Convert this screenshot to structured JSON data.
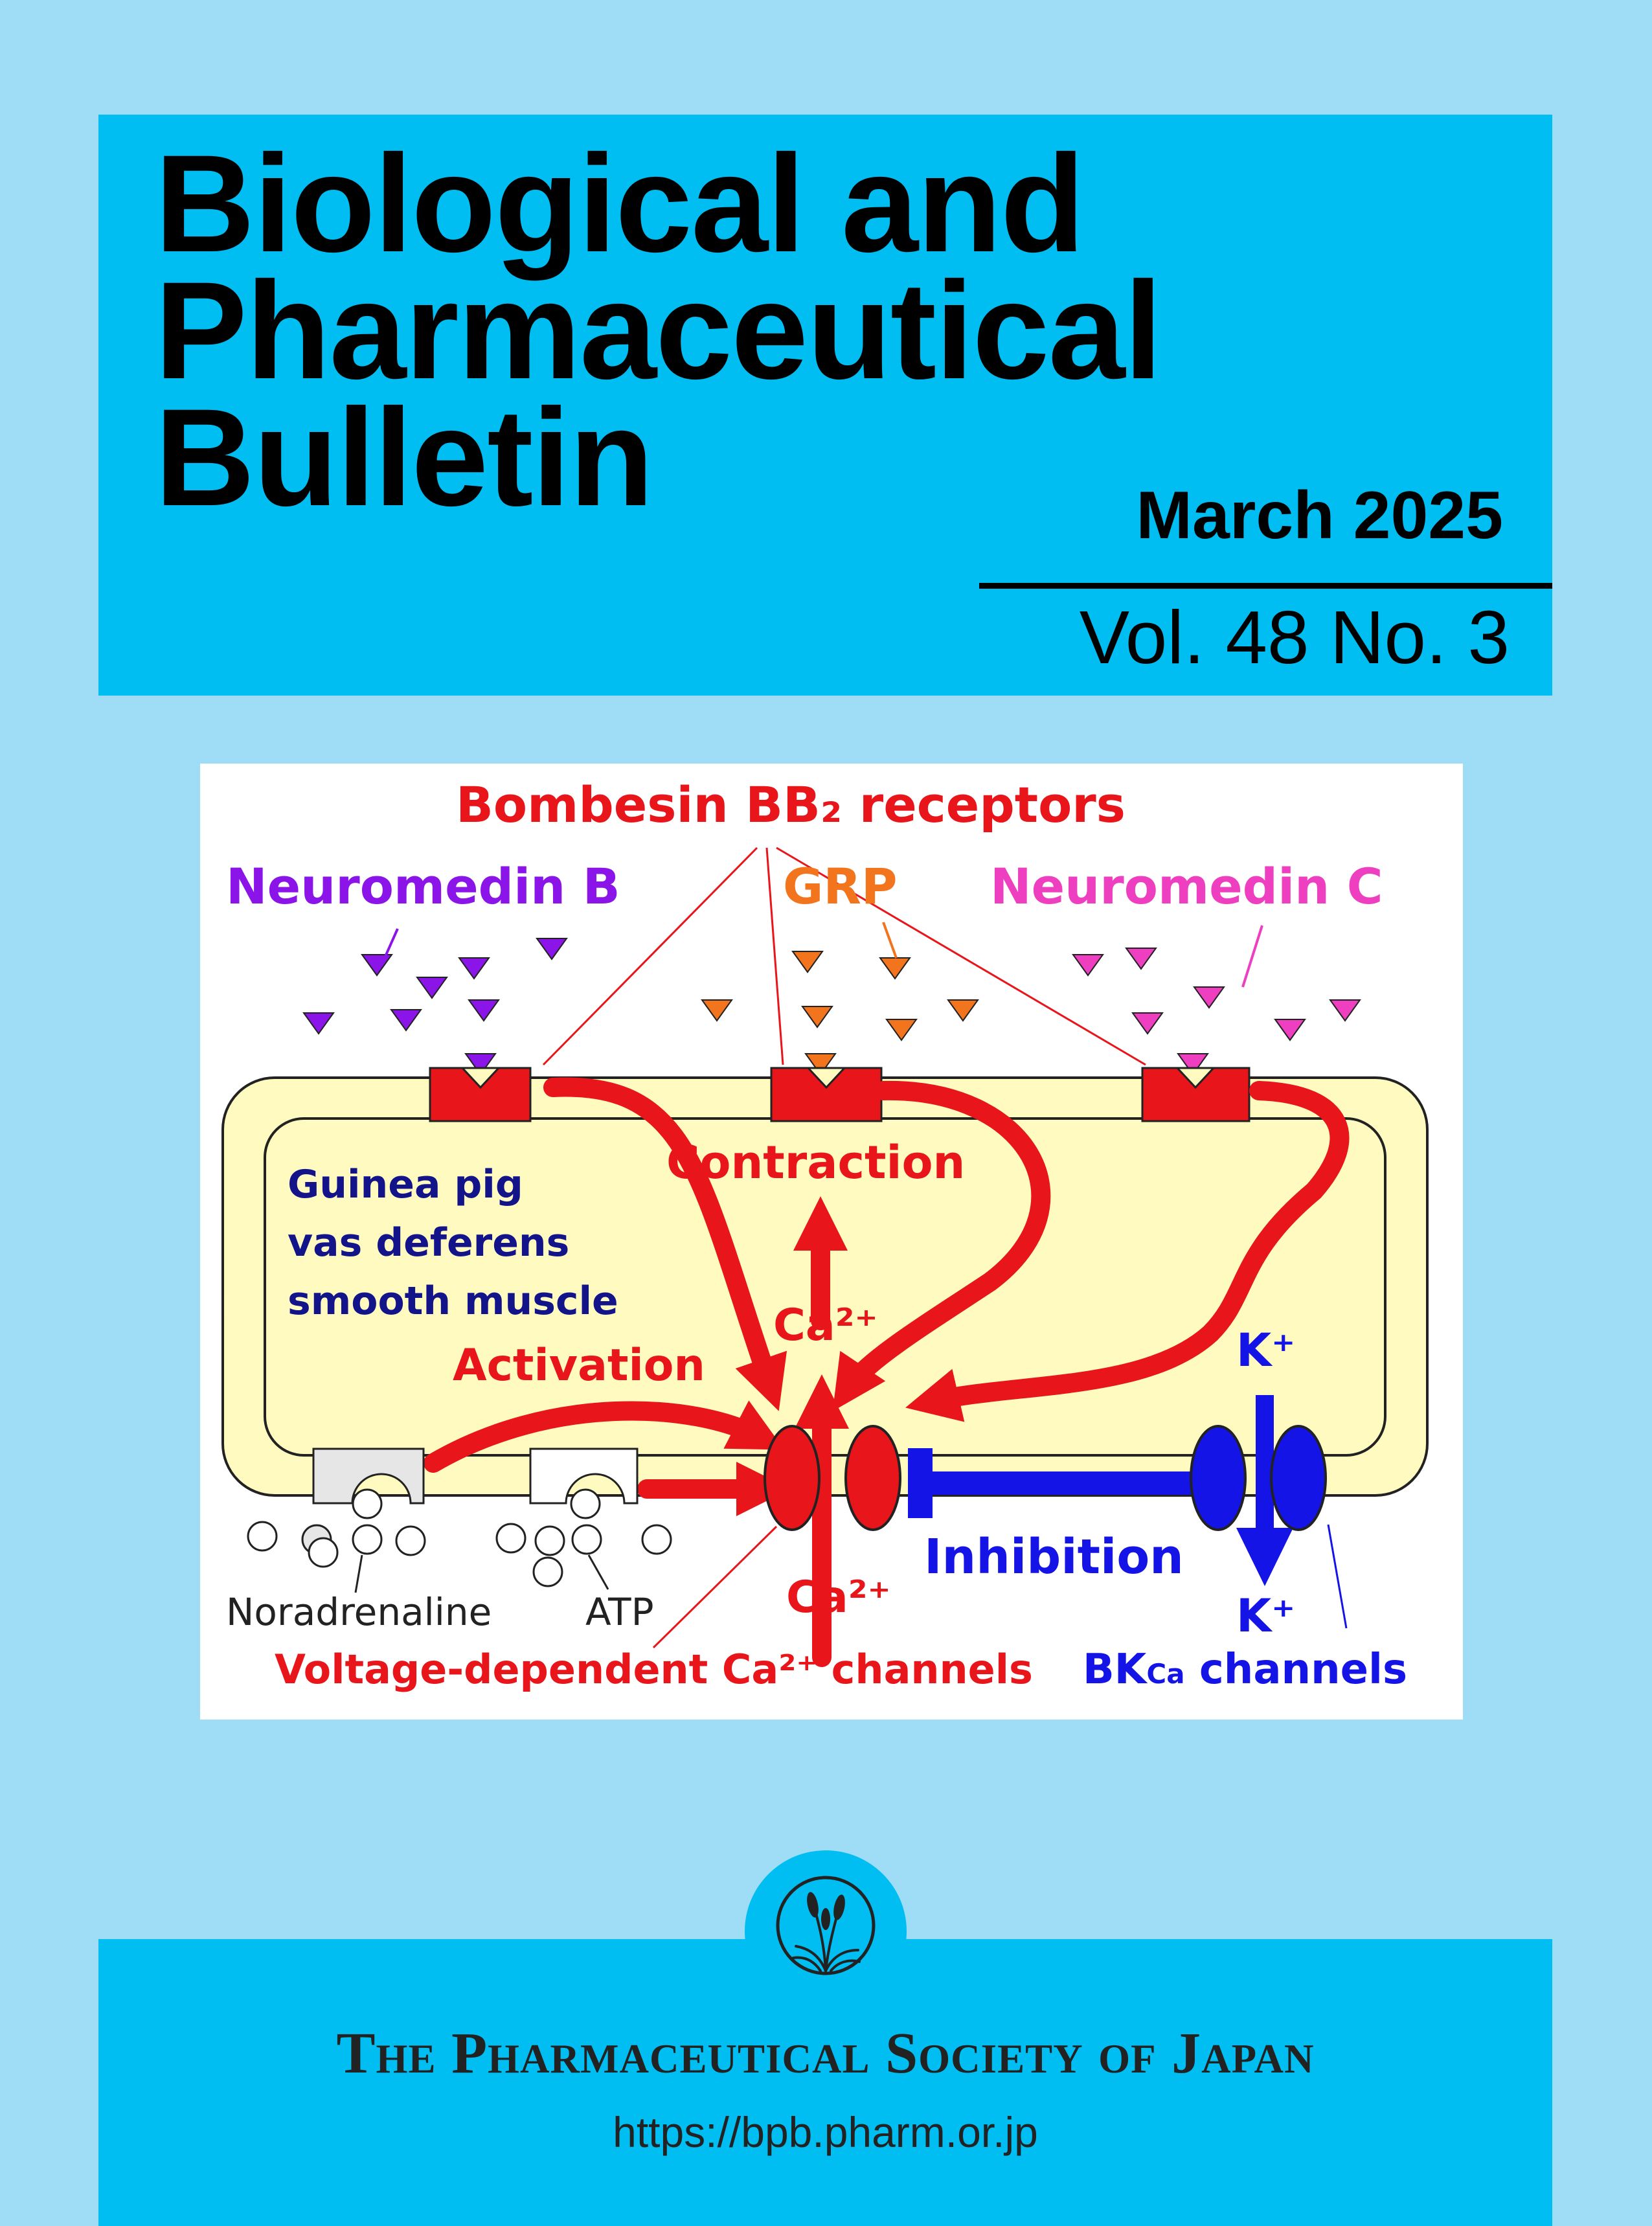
{
  "header": {
    "title_lines": [
      "Biological and",
      "Pharmaceutical",
      "Bulletin"
    ],
    "date": "March 2025",
    "volume": "Vol. 48 No. 3"
  },
  "figure": {
    "receptor_label": "Bombesin BB₂ receptors",
    "ligand_1": "Neuromedin B",
    "ligand_2": "GRP",
    "ligand_3": "Neuromedin C",
    "cell_label_lines": [
      "Guinea pig",
      "vas deferens",
      "smooth muscle"
    ],
    "contraction": "Contraction",
    "activation": "Activation",
    "ca_upper": "Ca²⁺",
    "ca_lower": "Ca²⁺",
    "k_upper": "K⁺",
    "k_lower": "K⁺",
    "inhibition": "Inhibition",
    "noradrenaline": "Noradrenaline",
    "atp": "ATP",
    "vdcc_label": "Voltage-dependent Ca²⁺ channels",
    "bk_label_main": "BK",
    "bk_label_sub": "Ca",
    "bk_label_tail": " channels",
    "colors": {
      "red": "#e8161b",
      "blue": "#1414e6",
      "purple": "#8b15e8",
      "orange": "#f2741c",
      "pink": "#ee3fc0",
      "navy": "#13148a",
      "cell_fill": "#fffbc0"
    }
  },
  "footer": {
    "society": "The Pharmaceutical Society of Japan",
    "url": "https://bpb.pharm.or.jp"
  }
}
